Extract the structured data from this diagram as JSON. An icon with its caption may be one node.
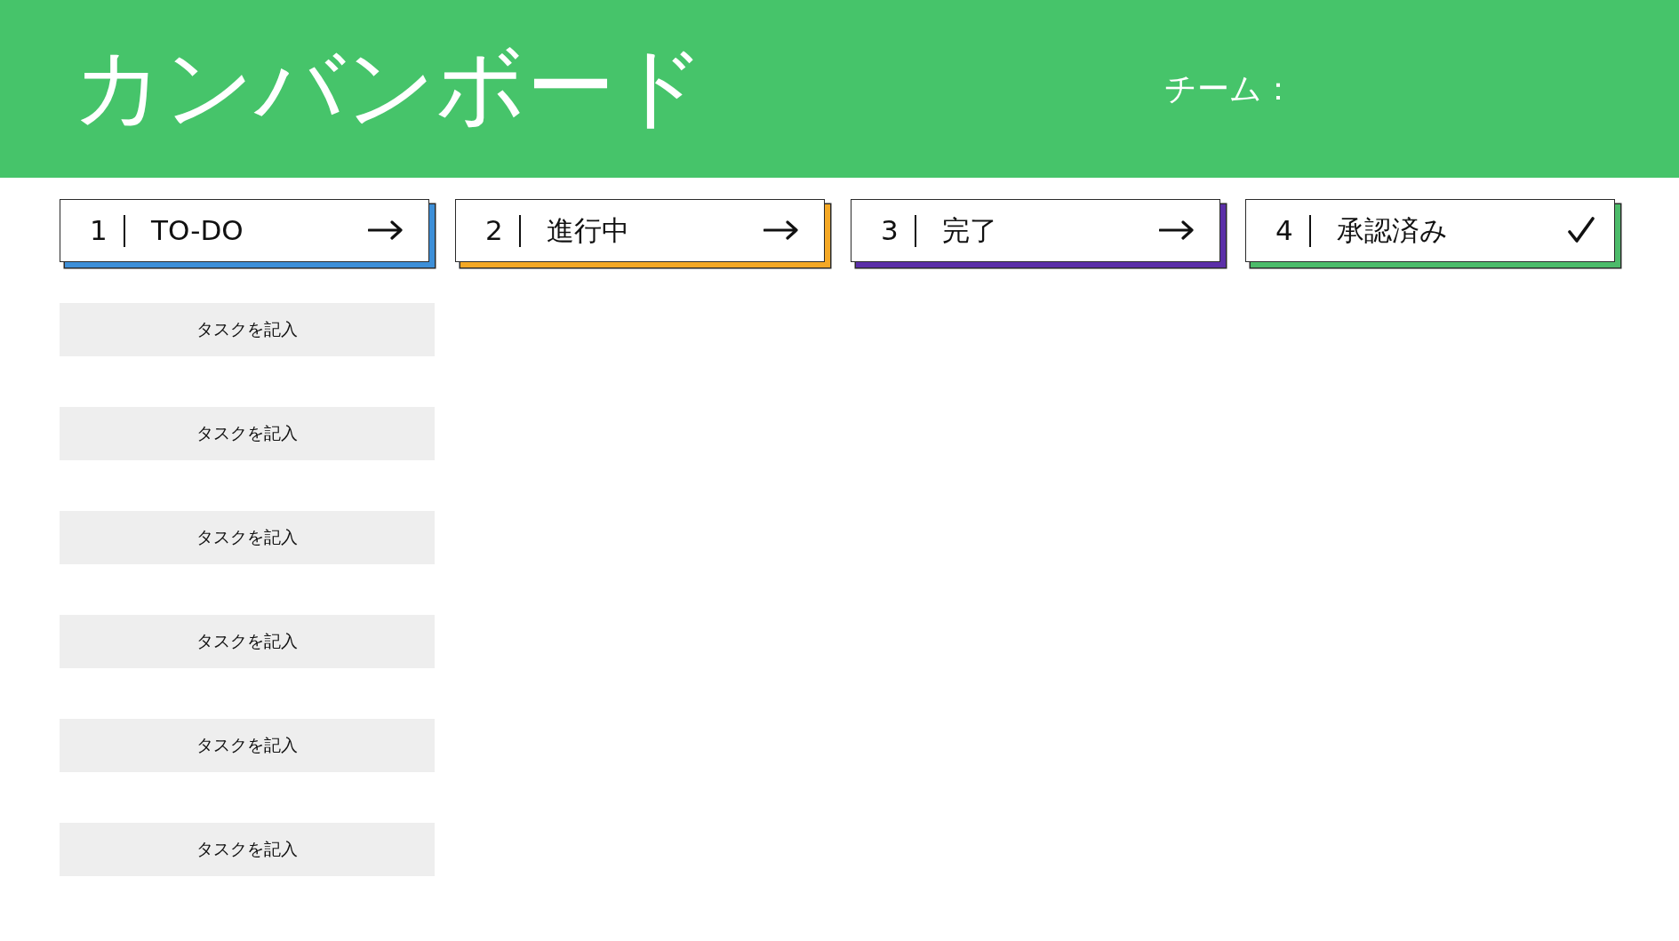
{
  "diagram": {
    "title": "カンバンボード",
    "nodes": [
      {
        "text": [
          "1",
          "TO-DO"
        ]
      },
      {
        "text": [
          "2",
          "進行中"
        ]
      },
      {
        "text": [
          "3",
          "完了"
        ]
      },
      {
        "text": [
          "4",
          "承認済み"
        ]
      },
      {
        "text": [
          "タスクを記入"
        ]
      },
      {
        "text": [
          "タスクを記入"
        ]
      },
      {
        "text": [
          "タスクを記入"
        ]
      },
      {
        "text": [
          "タスクを記入"
        ]
      },
      {
        "text": [
          "タスクを記入"
        ]
      },
      {
        "text": [
          "タスクを記入"
        ]
      }
    ],
    "labels": [
      "チーム："
    ]
  }
}
